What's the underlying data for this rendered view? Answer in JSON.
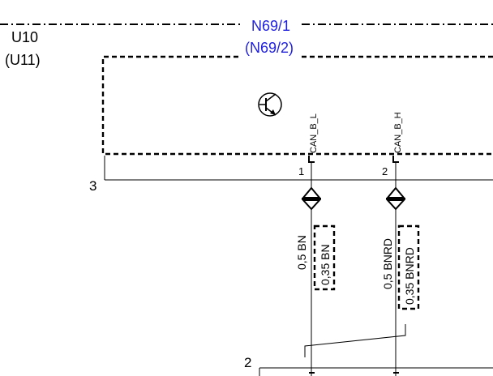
{
  "component_codes": {
    "primary": "N69/1",
    "alternate": "(N69/2)",
    "primary_color": "#1f1fe0"
  },
  "reference_codes": {
    "primary": "U10",
    "alternate": "(U11)"
  },
  "connector_labels": {
    "top_connector_number": "3",
    "bottom_connector_number": "2"
  },
  "pins": [
    {
      "number": "1",
      "signal": "CAN_B_L",
      "wire_primary": "0,5 BN",
      "wire_alternate": "0,35 BN"
    },
    {
      "number": "2",
      "signal": "CAN_B_H",
      "wire_primary": "0,5 BNRD",
      "wire_alternate": "0,35 BNRD"
    }
  ],
  "icons": {
    "transistor": "transistor-icon",
    "connector": "double-triangle-connector-icon"
  }
}
